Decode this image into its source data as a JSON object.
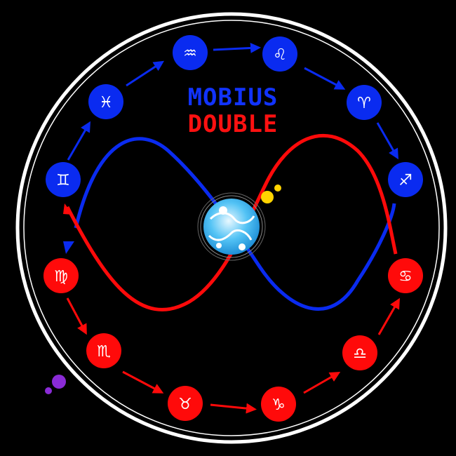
{
  "title": {
    "line1": "MOBIUS",
    "line2": "DOUBLE",
    "line1_color": "#1133ff",
    "line2_color": "#ff1111"
  },
  "colors": {
    "background": "#000000",
    "ring": "#ffffff",
    "blue": "#0a2bf0",
    "red": "#ff0a0a",
    "sun": "#ffd400",
    "planet": "#8a2bd6"
  },
  "center_icon": "globe-icon",
  "blue_signs": [
    {
      "name": "gemini",
      "glyph": "♊"
    },
    {
      "name": "pisces",
      "glyph": "♓"
    },
    {
      "name": "aquarius",
      "glyph": "♒"
    },
    {
      "name": "leo",
      "glyph": "♌"
    },
    {
      "name": "aries",
      "glyph": "♈"
    },
    {
      "name": "sagittarius",
      "glyph": "♐"
    }
  ],
  "red_signs": [
    {
      "name": "virgo",
      "glyph": "♍"
    },
    {
      "name": "scorpio",
      "glyph": "♏"
    },
    {
      "name": "taurus",
      "glyph": "♉"
    },
    {
      "name": "capricorn",
      "glyph": "♑"
    },
    {
      "name": "libra",
      "glyph": "♎"
    },
    {
      "name": "cancer",
      "glyph": "♋"
    }
  ]
}
